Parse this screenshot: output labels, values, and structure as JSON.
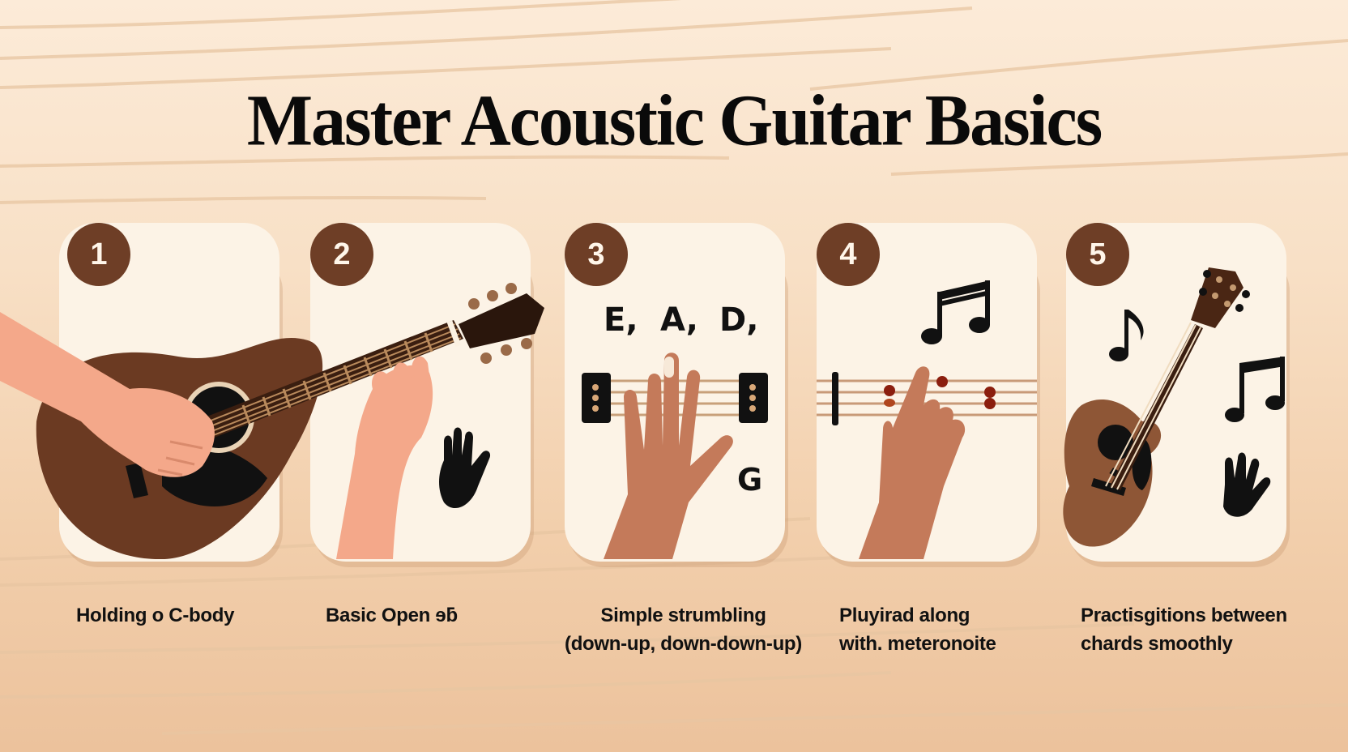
{
  "title": "Master Acoustic Guitar Basics",
  "colors": {
    "background": "#f6dcc0",
    "card": "#fcf3e6",
    "badge": "#6e3e26",
    "guitar_dark": "#6b3a22",
    "guitar_light": "#8e5636",
    "skin_light": "#f4a88a",
    "skin_dark": "#c47a5a",
    "text": "#111111"
  },
  "steps": [
    {
      "number": "1",
      "icons": [
        "guitar-body-icon",
        "strumming-hand-icon"
      ],
      "caption_lines": [
        "Holding ο C-body"
      ]
    },
    {
      "number": "2",
      "icons": [
        "guitar-neck-icon",
        "fretting-hand-icon",
        "hand-icon"
      ],
      "caption_lines": [
        "Basic Open ɘƃ"
      ]
    },
    {
      "number": "3",
      "chords": "E,  A,  D,",
      "chord_extra": "G",
      "icons": [
        "string-diagram-icon",
        "open-hand-icon"
      ],
      "caption_lines": [
        "Simple strumbling",
        "(down-up, down-down-up)"
      ]
    },
    {
      "number": "4",
      "icons": [
        "beamed-notes-icon",
        "staff-icon",
        "pointing-hand-icon"
      ],
      "caption_lines": [
        "Pluyirad along",
        "with. meteronoite"
      ]
    },
    {
      "number": "5",
      "icons": [
        "eighth-note-icon",
        "acoustic-guitar-icon",
        "beamed-note-icon",
        "hand-icon"
      ],
      "caption_lines": [
        "Practisgitions between",
        "chards smoothly"
      ]
    }
  ]
}
